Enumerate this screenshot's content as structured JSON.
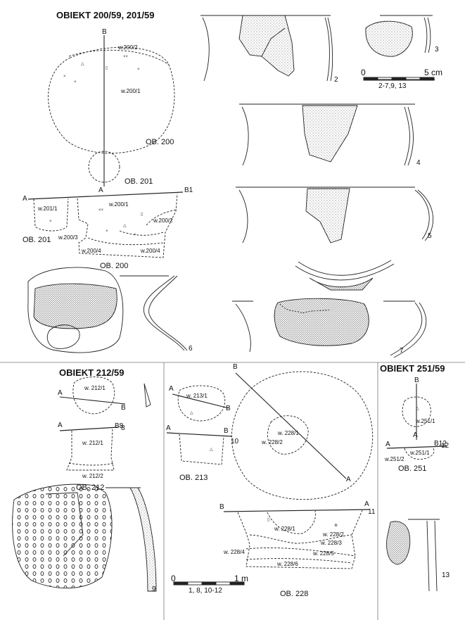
{
  "titles": {
    "t200": "OBIEKT 200/59, 201/59",
    "t212": "OBIEKT 212/59",
    "t251": "OBIEKT 251/59"
  },
  "letters": {
    "a": "A",
    "b": "B",
    "b1": "B1",
    "b8": "B8",
    "b12": "B12"
  },
  "layers": {
    "w200_2": "w.200/2",
    "w200_1": "w.200/1",
    "w201_1": "w.201/1",
    "w200_3": "w.200/3",
    "w200_4": "w.200/4",
    "w212_1": "w. 212/1",
    "w212_2": "w. 212/2",
    "w213_1": "w. 213/1",
    "w228_1": "w. 228/1",
    "w228_2": "w. 228/2",
    "w228_3": "w. 228/3",
    "w228_4": "w. 228/4",
    "w228_5": "w. 228/5",
    "w228_6": "w. 228/6",
    "w251_1": "w.251/1",
    "w251_2": "w.251/2"
  },
  "features": {
    "ob200": "OB. 200",
    "ob201": "OB. 201",
    "ob212": "OB. 212",
    "ob213": "OB. 213",
    "ob228": "OB. 228",
    "ob251": "OB. 251"
  },
  "numbers": {
    "n2": "2",
    "n3": "3",
    "n4": "4",
    "n5": "5",
    "n6": "6",
    "n7": "7",
    "n8": "8",
    "n9": "9",
    "n10": "10",
    "n11": "11",
    "n12": "12",
    "n13": "13"
  },
  "scales": {
    "cm_start": "0",
    "cm_end": "5 cm",
    "cm_note": "2-7,9, 13",
    "m_start": "0",
    "m_end": "1 m",
    "m_note": "1, 8, 10-12"
  }
}
